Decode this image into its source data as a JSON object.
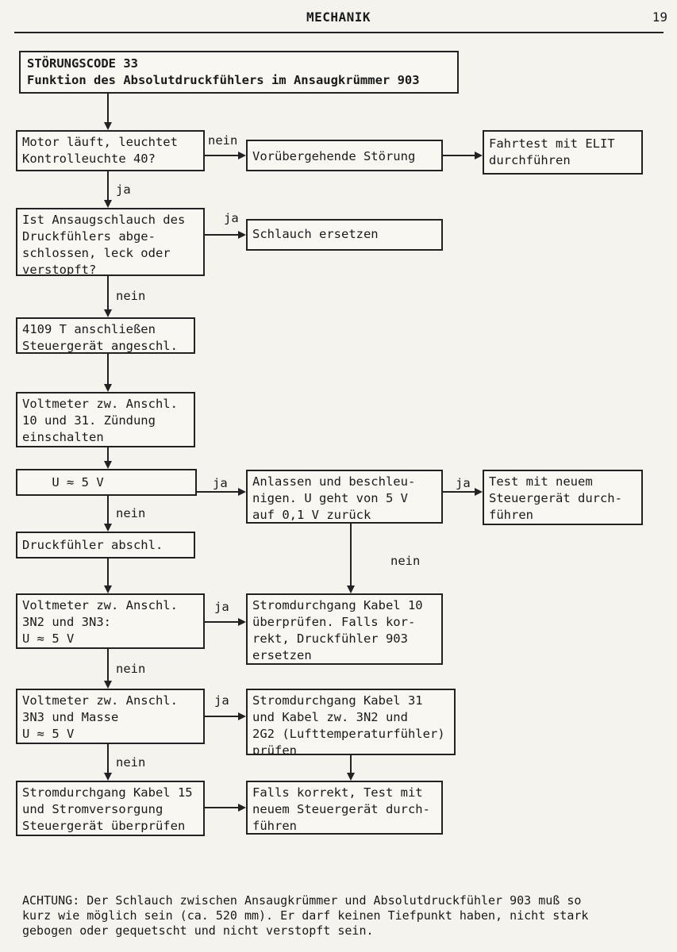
{
  "header": {
    "title": "MECHANIK",
    "page": "19"
  },
  "flowchart": {
    "title_box": "STÖRUNGSCODE 33\nFunktion des Absolutdruckfühlers im Ansaugkrümmer 903",
    "b_motor": "Motor läuft, leuchtet\nKontrolleuchte 40?",
    "b_temp": "Vorübergehende Störung",
    "b_elit": "Fahrtest mit ELIT\ndurchführen",
    "b_schlauch_q": "Ist Ansaugschlauch des\nDruckfühlers abge-\nschlossen, leck oder\nverstopft?",
    "b_schlauch_ersetzen": "Schlauch ersetzen",
    "b_4109": "4109 T anschließen\nSteuergerät angeschl.",
    "b_voltmeter1": "Voltmeter zw. Anschl.\n10 und 31. Zündung\neinschalten",
    "b_u5": "    U ≈ 5 V",
    "b_anlassen": "Anlassen und beschleu-\nnigen. U geht von 5 V\nauf 0,1 V zurück",
    "b_test_neu": "Test mit neuem\nSteuergerät durch-\nführen",
    "b_druckfuehler": "Druckfühler abschl.",
    "b_voltmeter2": "Voltmeter zw. Anschl.\n3N2 und 3N3:\nU ≈ 5 V",
    "b_kabel10": "Stromdurchgang Kabel 10\nüberprüfen. Falls kor-\nrekt, Druckfühler 903\nersetzen",
    "b_voltmeter3": "Voltmeter zw. Anschl.\n3N3 und Masse\nU ≈ 5 V",
    "b_kabel31": "Stromdurchgang Kabel 31\nund Kabel zw. 3N2 und\n2G2 (Lufttemperaturfühler)\nprüfen",
    "b_kabel15": "Stromdurchgang Kabel 15\nund Stromversorgung\nSteuergerät überprüfen",
    "b_falls": "Falls korrekt, Test mit\nneuem Steuergerät durch-\nführen"
  },
  "labels": {
    "l1": "nein",
    "l2": "ja",
    "l3": "ja",
    "l4": "nein",
    "l5": "ja",
    "l6": "ja",
    "l7": "nein",
    "l8": "nein",
    "l9": "ja",
    "l10": "nein",
    "l11": "ja",
    "l12": "nein"
  },
  "note": "ACHTUNG: Der Schlauch zwischen Ansaugkrümmer und Absolutdruckfühler 903 muß so\nkurz wie möglich sein (ca. 520 mm). Er darf keinen Tiefpunkt haben, nicht stark\ngebogen oder gequetscht und nicht verstopft sein."
}
